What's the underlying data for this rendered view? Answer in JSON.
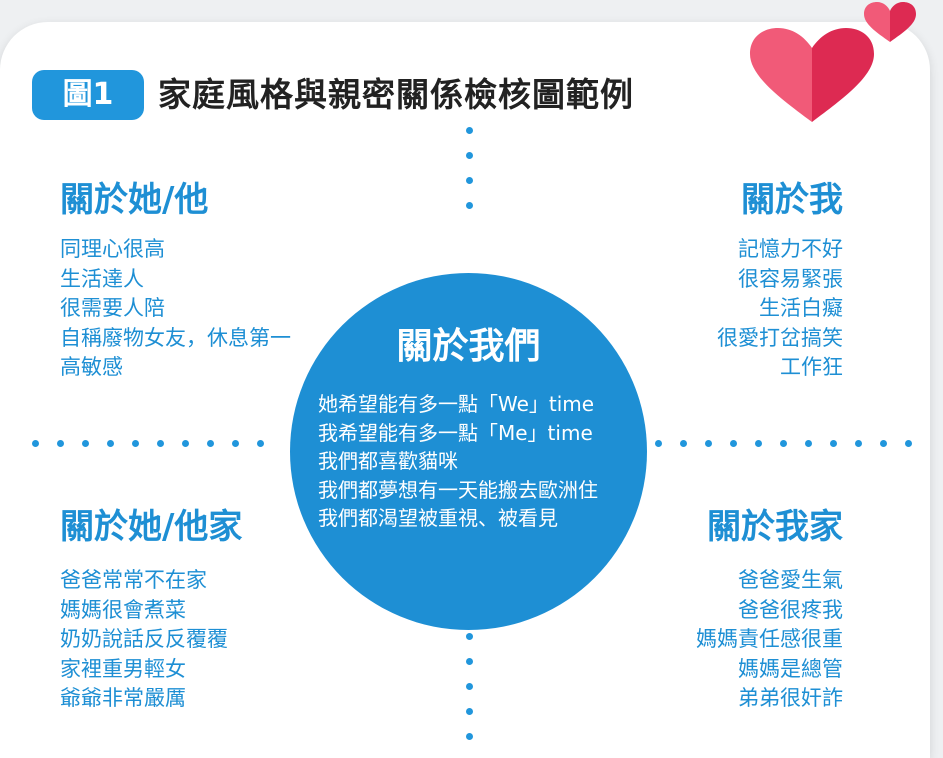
{
  "header": {
    "badge": "圖1",
    "title": "家庭風格與親密關係檢核圖範例"
  },
  "colors": {
    "accent": "#1e8fd4",
    "heart": "#e03b60",
    "heart_light": "#f15a78"
  },
  "quadrants": {
    "her_him": {
      "heading": "關於她/他",
      "items": [
        "同理心很高",
        "生活達人",
        "很需要人陪",
        "自稱廢物女友，休息第一",
        "高敏感"
      ]
    },
    "me": {
      "heading": "關於我",
      "items": [
        "記憶力不好",
        "很容易緊張",
        "生活白癡",
        "很愛打岔搞笑",
        "工作狂"
      ]
    },
    "her_him_family": {
      "heading": "關於她/他家",
      "items": [
        "爸爸常常不在家",
        "媽媽很會煮菜",
        "奶奶說話反反覆覆",
        "家裡重男輕女",
        "爺爺非常嚴厲"
      ]
    },
    "my_family": {
      "heading": "關於我家",
      "items": [
        "爸爸愛生氣",
        "爸爸很疼我",
        "媽媽責任感很重",
        "媽媽是總管",
        "弟弟很奸詐"
      ]
    }
  },
  "center": {
    "heading": "關於我們",
    "items": [
      "她希望能有多一點「We」time",
      "我希望能有多一點「Me」time",
      "我們都喜歡貓咪",
      "我們都夢想有一天能搬去歐洲住",
      "我們都渴望被重視、被看見"
    ]
  }
}
